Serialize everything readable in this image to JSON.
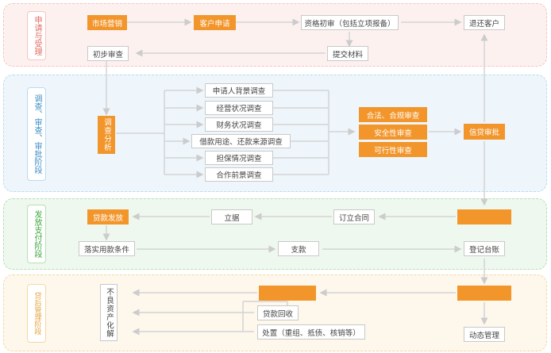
{
  "stages": {
    "stage1": {
      "label": "申请与受理",
      "bg": "#fdf1f0",
      "border": "#f6c4c0",
      "text": "#e06b60"
    },
    "stage2": {
      "label": "调查、审查、审批阶段",
      "bg": "#eef6fb",
      "border": "#b9dcef",
      "text": "#3a8cc4"
    },
    "stage3": {
      "label": "发放支付阶段",
      "bg": "#eef8ee",
      "border": "#b5e0b5",
      "text": "#3ca63c"
    },
    "stage4": {
      "label": "贷后管理阶段",
      "bg": "#fdf7ec",
      "border": "#f3d9a6",
      "text": "#e5a23a"
    }
  },
  "boxes": {
    "market": "市场营销",
    "client_apply": "客户申请",
    "qualify_review": "资格初审（包括立项报备）",
    "return_client": "退还客户",
    "prelim_review": "初步审查",
    "submit_docs": "提交材料",
    "survey_analysis": "调查分析",
    "survey_items": [
      "申请人背景调查",
      "经营状况调查",
      "财务状况调查",
      "借款用途、还款来源调查",
      "担保情况调查",
      "合作前景调查"
    ],
    "legal_review": "合法、合规审查",
    "safety_review": "安全性审查",
    "feasibility_review": "可行性审查",
    "credit_approval": "信贷审批",
    "loan_issue": "贷款发放",
    "establish_doc": "立据",
    "sign_contract": "订立合同",
    "stage3_blank": "",
    "implement_conditions": "落实用款条件",
    "payment": "支款",
    "register_ledger": "登记台账",
    "npl_resolve": "不良资产化解",
    "stage4_blank_center": "",
    "stage4_blank_right": "",
    "loan_recovery": "贷款回收",
    "disposal": "处置（重组、抵债、核销等）",
    "dynamic_mgmt": "动态管理"
  },
  "colors": {
    "accent": "#f2962c",
    "arrow": "#cccccc",
    "box_border": "#c9c9c9"
  }
}
